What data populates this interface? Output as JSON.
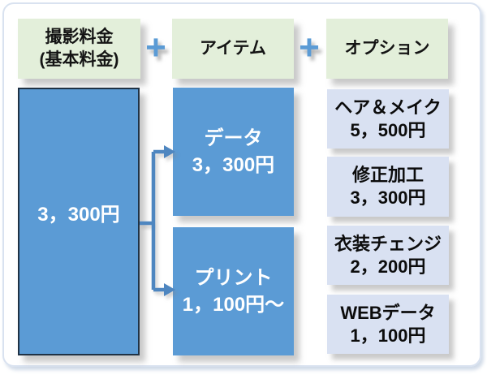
{
  "diagram": {
    "plus_sign": "+",
    "headers": {
      "base_line1": "撮影料金",
      "base_line2": "(基本料金)",
      "items": "アイテム",
      "options": "オプション"
    },
    "base": {
      "price": "3，300円"
    },
    "items": [
      {
        "name": "データ",
        "price": "3，300円"
      },
      {
        "name": "プリント",
        "price": "1，100円〜"
      }
    ],
    "options": [
      {
        "name": "ヘア＆メイク",
        "price": "5，500円"
      },
      {
        "name": "修正加工",
        "price": "3，300円"
      },
      {
        "name": "衣装チェンジ",
        "price": "2，200円"
      },
      {
        "name": "WEBデータ",
        "price": "1，100円"
      }
    ],
    "colors": {
      "header_bg": "#e3efda",
      "primary_blue": "#5b9bd5",
      "primary_blue_border": "#203245",
      "option_bg": "#d9e1f2",
      "connector_blue": "#4e86c0",
      "plus_blue": "#5b9bd5",
      "frame_border": "#d9e2f0",
      "text_dark": "#141414",
      "text_white": "#ffffff"
    }
  }
}
